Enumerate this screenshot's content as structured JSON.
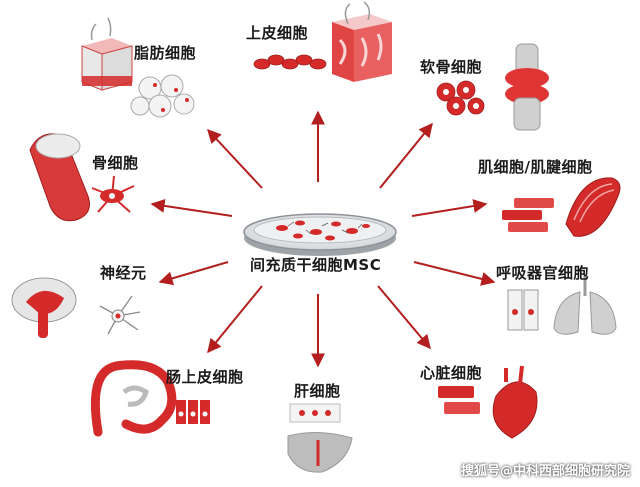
{
  "center_label": "间充质干细胞MSC",
  "nodes": {
    "fat": "脂肪细胞",
    "epidermis": "上皮细胞",
    "cartilage": "软骨细胞",
    "bone": "骨细胞",
    "muscle": "肌细胞/肌腱细胞",
    "neuron": "神经元",
    "respiratory": "呼吸器官细胞",
    "intestine": "肠上皮细胞",
    "liver": "肝细胞",
    "heart": "心脏细胞"
  },
  "watermark": "搜狐号@中科西部细胞研究院",
  "colors": {
    "accent": "#d42a2a",
    "arrow": "#b31f1f",
    "gray": "#c8c8c8"
  }
}
